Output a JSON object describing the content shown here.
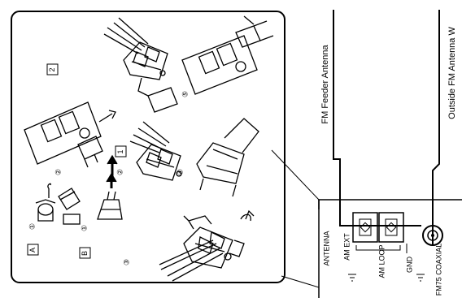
{
  "panel": {
    "section_a": "A",
    "section_b": "B",
    "step_1a": "①",
    "step_1b": "①",
    "step_2a": "②",
    "step_2b": "②",
    "step_3": "③",
    "step_4": "④",
    "step_5": "⑤",
    "box_1": "1",
    "box_2": "2"
  },
  "terminal": {
    "title": "ANTENNA",
    "am_ext": "AM EXT",
    "am_loop": "AM LOOP",
    "gnd": "GND",
    "fm75": "FM75 COAXIAL"
  },
  "labels": {
    "fm_feeder": "FM Feeder Antenna",
    "outside_fm": "Outside FM Antenna W"
  }
}
